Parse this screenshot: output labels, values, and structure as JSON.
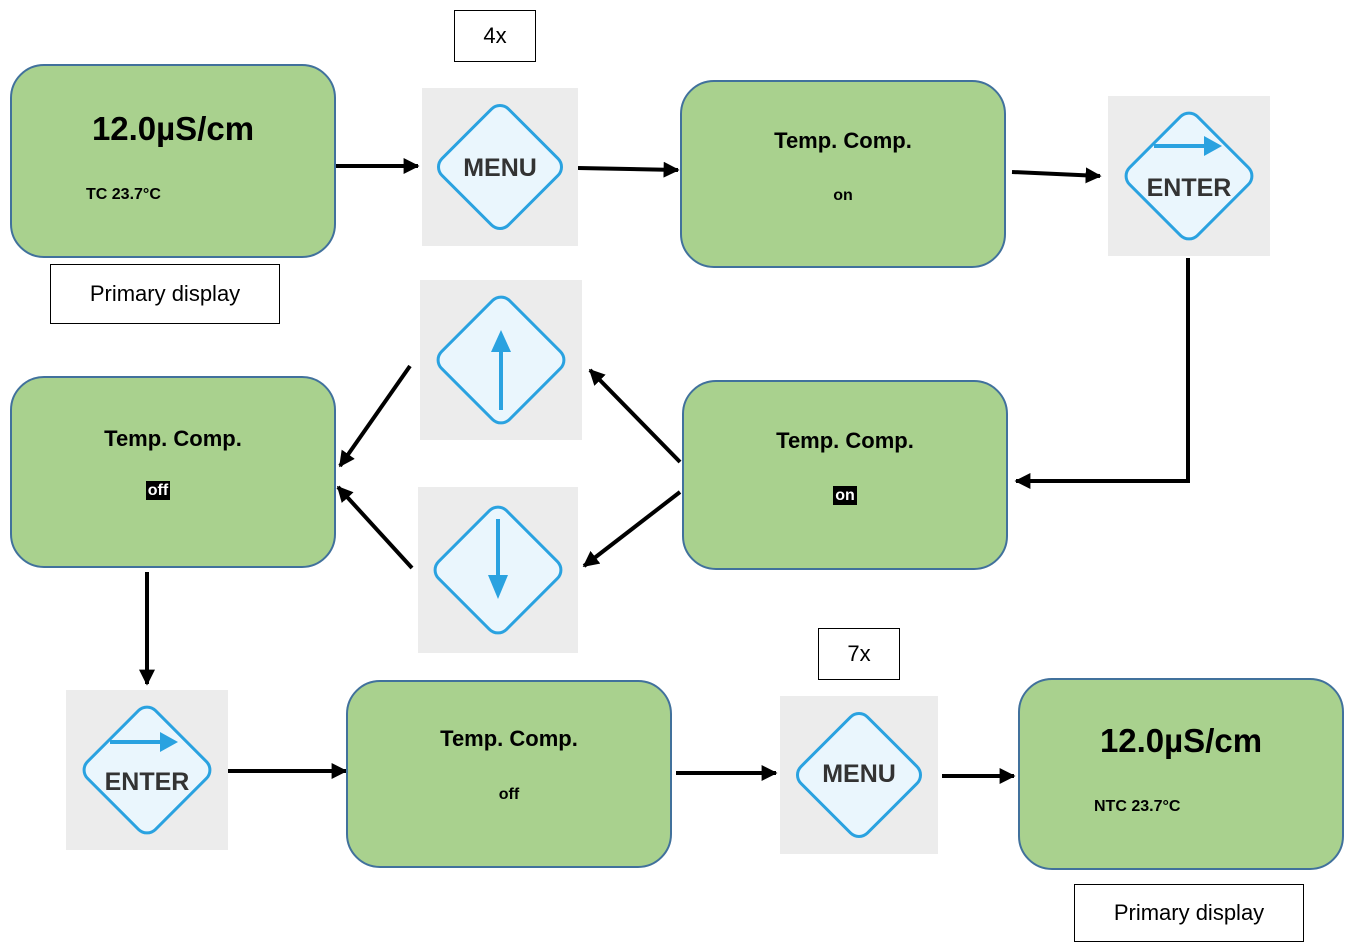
{
  "screens": {
    "start": {
      "value": "12.0µS/cm",
      "status": "TC  23.7°C"
    },
    "temp_on": {
      "title": "Temp. Comp.",
      "value": "on"
    },
    "temp_on_select": {
      "title": "Temp. Comp.",
      "value": "on"
    },
    "temp_off_select": {
      "title": "Temp. Comp.",
      "value": "off"
    },
    "temp_off": {
      "title": "Temp. Comp.",
      "value": "off"
    },
    "end": {
      "value": "12.0µS/cm",
      "status": "NTC  23.7°C"
    }
  },
  "keys": {
    "menu": "MENU",
    "enter": "ENTER"
  },
  "labels": {
    "press_menu_first": "4x",
    "press_menu_second": "7x",
    "start_caption": "Primary display",
    "end_caption": "Primary display"
  },
  "colors": {
    "screen_fill": "#a9d18e",
    "screen_border": "#41719c",
    "key_blue": "#2aa2e0",
    "key_fill": "#eaf6fd",
    "key_text": "#333333"
  }
}
